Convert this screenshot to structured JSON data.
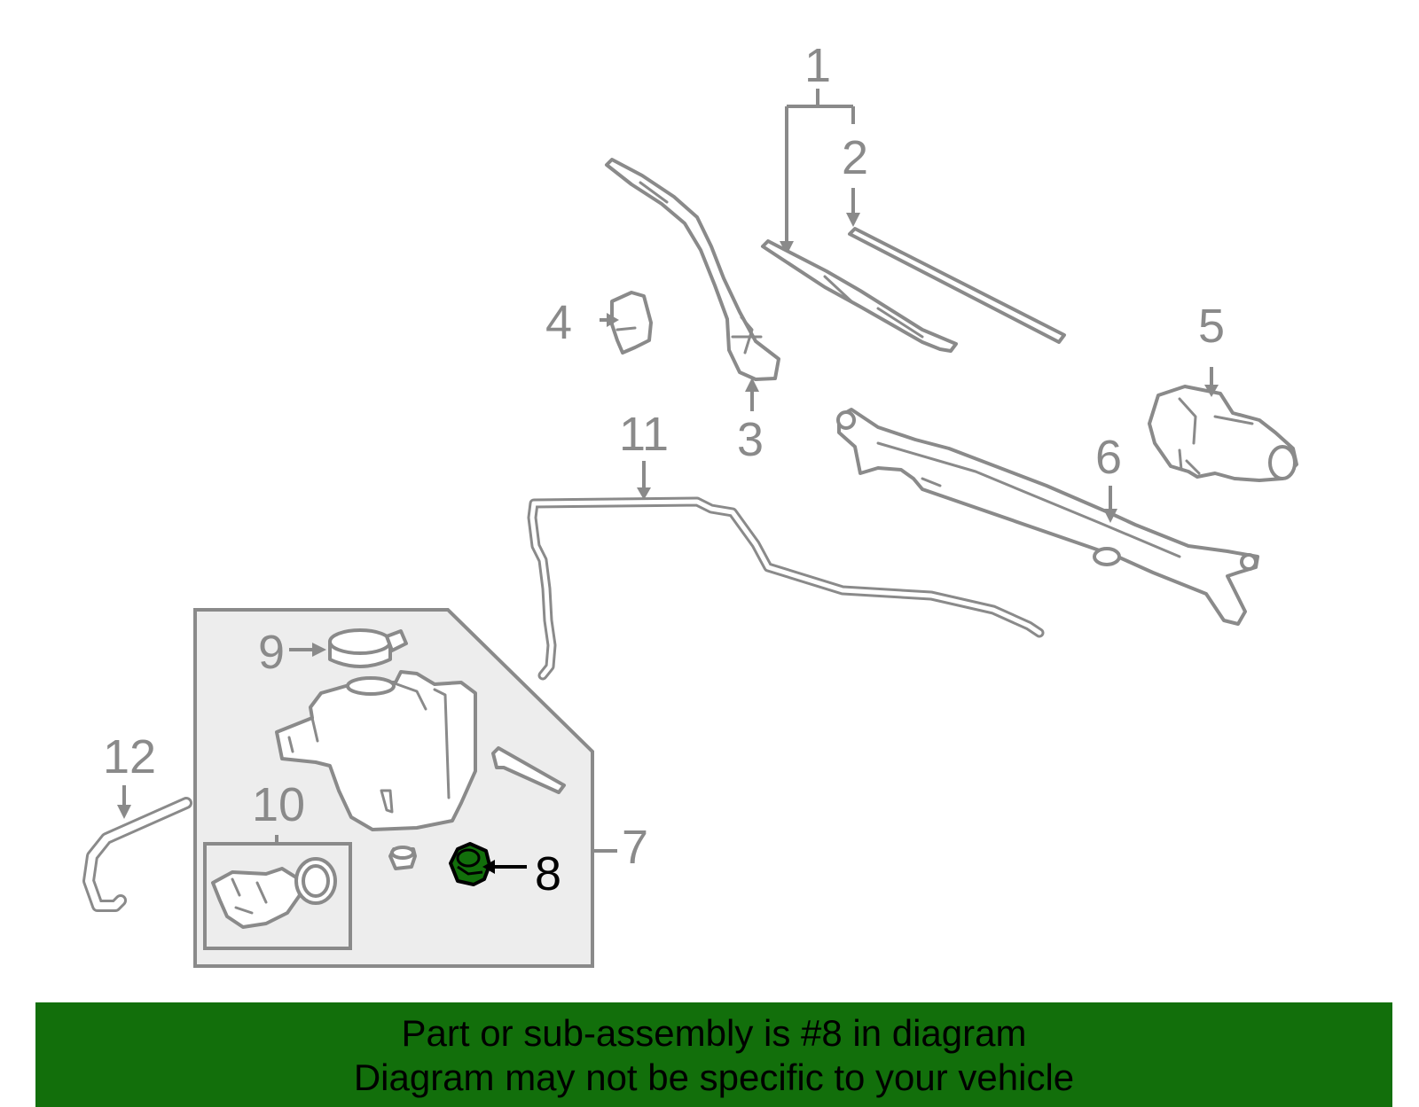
{
  "diagram": {
    "labels": {
      "p1": "1",
      "p2": "2",
      "p3": "3",
      "p4": "4",
      "p5": "5",
      "p6": "6",
      "p7": "7",
      "p8": "8",
      "p9": "9",
      "p10": "10",
      "p11": "11",
      "p12": "12"
    },
    "highlight_part": "8",
    "highlight_color": "#126f0b",
    "line_color": "#8a8a8a",
    "subassembly_fill": "#ededed"
  },
  "banner": {
    "line1": "Part or sub-assembly is #8 in diagram",
    "line2": "Diagram may not be specific to your vehicle",
    "background": "#126f0b"
  }
}
